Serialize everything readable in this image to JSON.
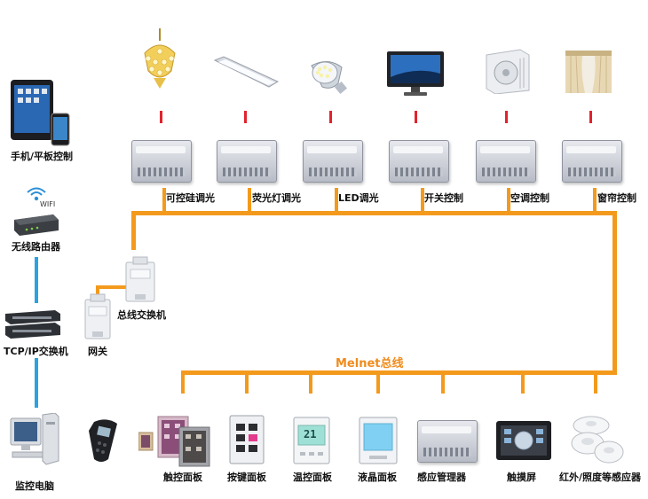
{
  "top_devices": [
    {
      "label": "可控硅调光",
      "icon": "chandelier-icon"
    },
    {
      "label": "荧光灯调光",
      "icon": "fluorescent-tube-icon"
    },
    {
      "label": "LED调光",
      "icon": "led-bulb-icon"
    },
    {
      "label": "开关控制",
      "icon": "tv-icon"
    },
    {
      "label": "空调控制",
      "icon": "air-conditioner-icon"
    },
    {
      "label": "窗帘控制",
      "icon": "curtain-icon"
    }
  ],
  "left": {
    "phone_tablet": "手机/平板控制",
    "wifi": "WIFI",
    "router": "无线路由器",
    "tcp_switch": "TCP/IP交换机",
    "gateway": "网关",
    "bus_switch": "总线交换机",
    "monitor_pc": "监控电脑"
  },
  "bus_label": "Melnet总线",
  "bottom_devices": [
    {
      "label": "触控面板",
      "icon": "touch-panel-icon"
    },
    {
      "label": "按键面板",
      "icon": "key-panel-icon"
    },
    {
      "label": "温控面板",
      "icon": "thermostat-panel-icon"
    },
    {
      "label": "液晶面板",
      "icon": "lcd-panel-icon"
    },
    {
      "label": "感应管理器",
      "icon": "sensor-manager-icon"
    },
    {
      "label": "触摸屏",
      "icon": "touchscreen-icon"
    },
    {
      "label": "红外/照度等感应器",
      "icon": "ir-sensor-icon"
    }
  ],
  "thermostat_reading": "21",
  "colors": {
    "bus": "#f39a1d",
    "load_link": "#e1232d",
    "network": "#2aa3e0"
  }
}
